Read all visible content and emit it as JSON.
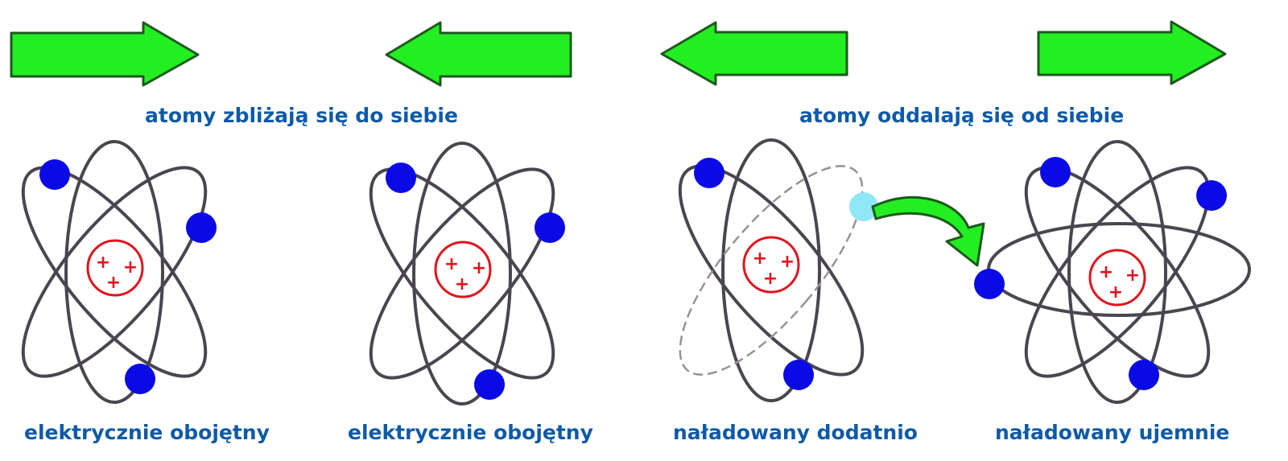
{
  "headings": {
    "approach": "atomy zbliżają się do siebie",
    "separate": "atomy oddalają się od siebie"
  },
  "atoms": [
    {
      "caption": "elektrycznie obojętny",
      "electrons": 3,
      "charge": "neutral",
      "nucleus_signs": [
        "+",
        "+",
        "+"
      ]
    },
    {
      "caption": "elektrycznie obojętny",
      "electrons": 3,
      "charge": "neutral",
      "nucleus_signs": [
        "+",
        "+",
        "+"
      ]
    },
    {
      "caption": "naładowany dodatnio",
      "electrons": 2,
      "charge": "positive",
      "nucleus_signs": [
        "+",
        "+",
        "+"
      ]
    },
    {
      "caption": "naładowany ujemnie",
      "electrons": 4,
      "charge": "negative",
      "nucleus_signs": [
        "+",
        "+",
        "+"
      ]
    }
  ],
  "arrows": [
    {
      "direction": "right"
    },
    {
      "direction": "left"
    },
    {
      "direction": "left"
    },
    {
      "direction": "right"
    }
  ],
  "colors": {
    "arrow_fill": "#22ee22",
    "arrow_stroke": "#1a5a1a",
    "orbit": "#4a4550",
    "electron": "#0a0ae6",
    "transferred_electron": "#8fe8f5",
    "nucleus": "#e0141e",
    "text": "#0e5aa7"
  }
}
